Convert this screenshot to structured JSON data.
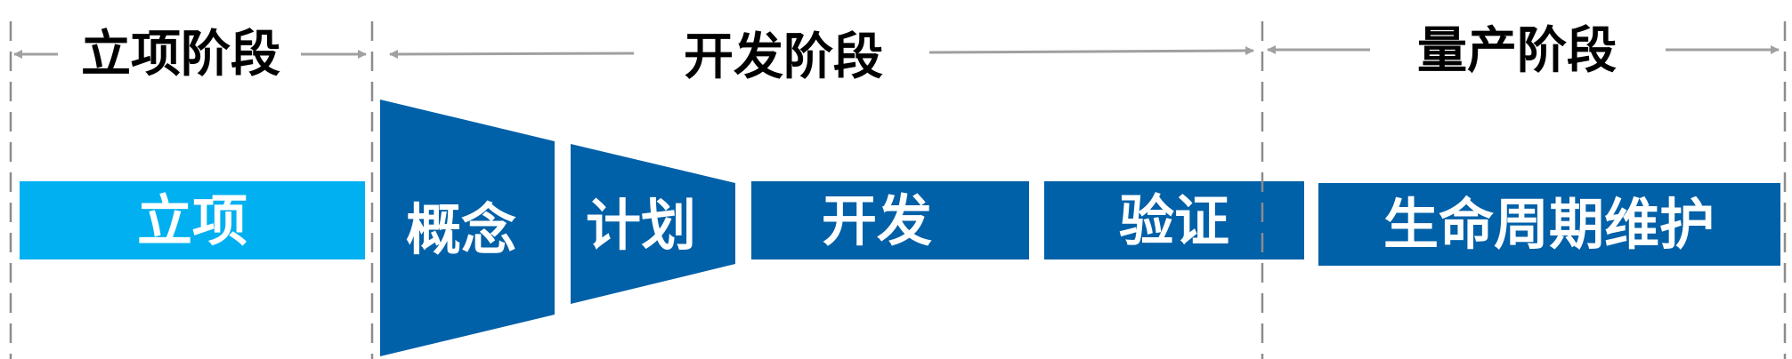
{
  "phases": [
    {
      "title": "立项阶段"
    },
    {
      "title": "开发阶段"
    },
    {
      "title": "量产阶段"
    }
  ],
  "steps": [
    {
      "label": "立项"
    },
    {
      "label": "概念"
    },
    {
      "label": "计划"
    },
    {
      "label": "开发"
    },
    {
      "label": "验证"
    },
    {
      "label": "生命周期维护"
    }
  ],
  "colors": {
    "light_blue": "#00B0F0",
    "dark_blue": "#0060A8",
    "divider": "#8C8C8C"
  }
}
